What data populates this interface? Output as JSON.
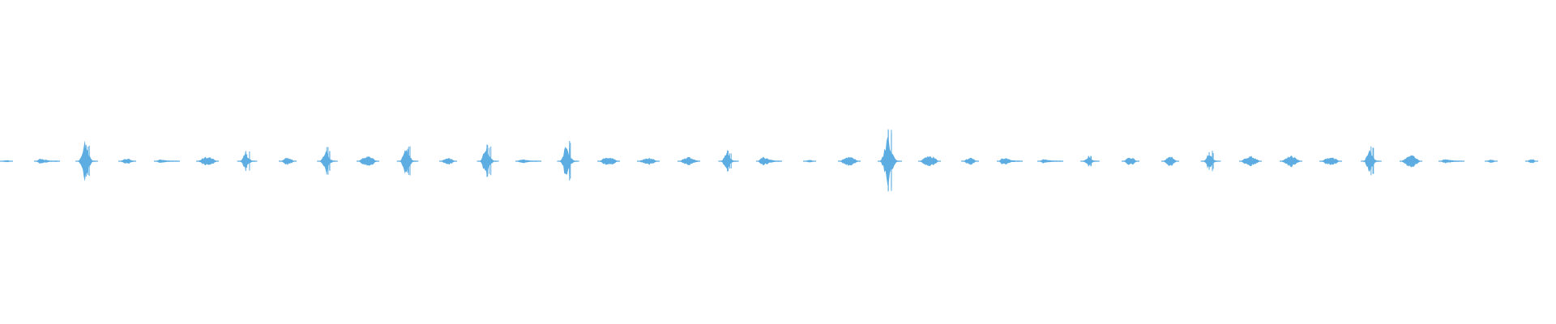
{
  "waveform": {
    "color": "#5dade2",
    "background": "#ffffff",
    "blips": [
      {
        "peak": 0.04,
        "kind": "tick"
      },
      {
        "peak": 0.1,
        "kind": "tail"
      },
      {
        "peak": 0.72,
        "kind": "spike"
      },
      {
        "peak": 0.1,
        "kind": "short"
      },
      {
        "peak": 0.06,
        "kind": "tail"
      },
      {
        "peak": 0.16,
        "kind": "blob"
      },
      {
        "peak": 0.34,
        "kind": "spike"
      },
      {
        "peak": 0.12,
        "kind": "short"
      },
      {
        "peak": 0.46,
        "kind": "spike"
      },
      {
        "peak": 0.18,
        "kind": "blob"
      },
      {
        "peak": 0.58,
        "kind": "spike"
      },
      {
        "peak": 0.12,
        "kind": "short"
      },
      {
        "peak": 0.62,
        "kind": "spike"
      },
      {
        "peak": 0.08,
        "kind": "tail"
      },
      {
        "peak": 0.64,
        "kind": "spike"
      },
      {
        "peak": 0.16,
        "kind": "blob"
      },
      {
        "peak": 0.12,
        "kind": "blob"
      },
      {
        "peak": 0.14,
        "kind": "blob"
      },
      {
        "peak": 0.4,
        "kind": "spike"
      },
      {
        "peak": 0.18,
        "kind": "tail"
      },
      {
        "peak": 0.05,
        "kind": "tick"
      },
      {
        "peak": 0.16,
        "kind": "blob"
      },
      {
        "peak": 1.0,
        "kind": "spike"
      },
      {
        "peak": 0.2,
        "kind": "blob"
      },
      {
        "peak": 0.12,
        "kind": "short"
      },
      {
        "peak": 0.14,
        "kind": "tail"
      },
      {
        "peak": 0.07,
        "kind": "tail"
      },
      {
        "peak": 0.2,
        "kind": "spike"
      },
      {
        "peak": 0.14,
        "kind": "short"
      },
      {
        "peak": 0.16,
        "kind": "short"
      },
      {
        "peak": 0.34,
        "kind": "spike"
      },
      {
        "peak": 0.18,
        "kind": "blob"
      },
      {
        "peak": 0.18,
        "kind": "blob"
      },
      {
        "peak": 0.14,
        "kind": "blob"
      },
      {
        "peak": 0.46,
        "kind": "spike"
      },
      {
        "peak": 0.2,
        "kind": "blob"
      },
      {
        "peak": 0.08,
        "kind": "tail"
      },
      {
        "peak": 0.06,
        "kind": "tick"
      },
      {
        "peak": 0.08,
        "kind": "tick"
      }
    ]
  }
}
